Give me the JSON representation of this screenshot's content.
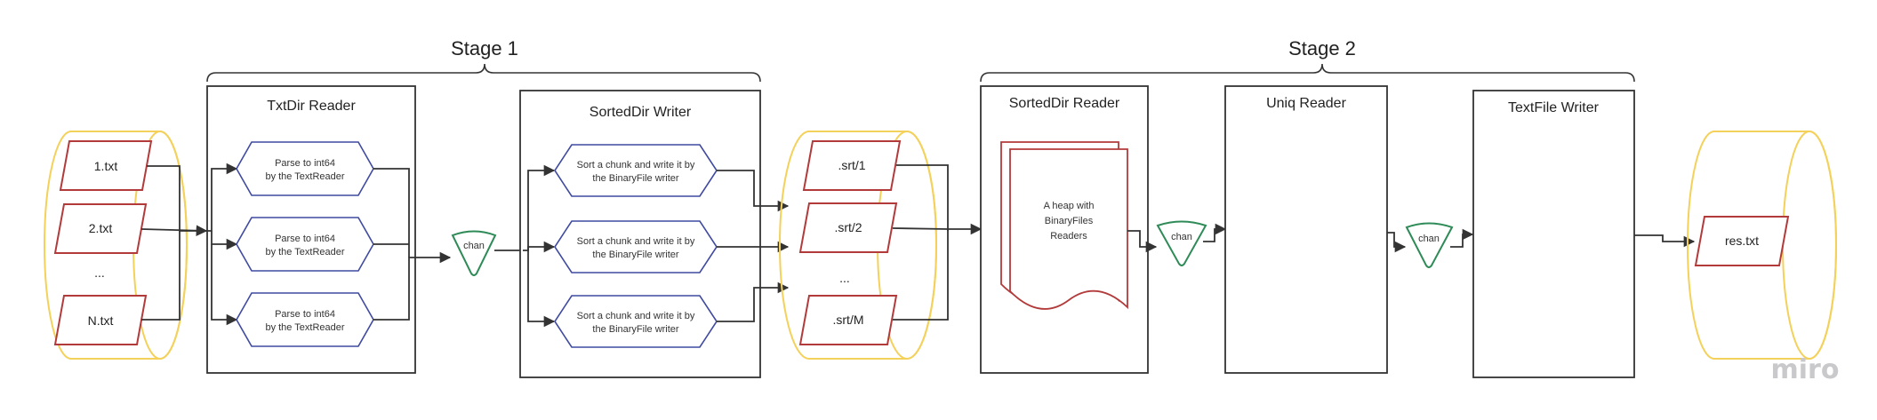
{
  "stages": {
    "stage1": "Stage 1",
    "stage2": "Stage 2"
  },
  "input_files": [
    "1.txt",
    "2.txt",
    "...",
    "N.txt"
  ],
  "txtdir_reader": {
    "title": "TxtDir Reader",
    "workers": [
      {
        "line1": "Parse to int64",
        "line2": "by the TextReader"
      },
      {
        "line1": "Parse to int64",
        "line2": "by the TextReader"
      },
      {
        "line1": "Parse to int64",
        "line2": "by the TextReader"
      }
    ]
  },
  "chan_label": "chan",
  "sorteddir_writer": {
    "title": "SortedDir Writer",
    "workers": [
      {
        "line1": "Sort a chunk and write it by",
        "line2": "the BinaryFile writer"
      },
      {
        "line1": "Sort a chunk and write it by",
        "line2": "the BinaryFile writer"
      },
      {
        "line1": "Sort a chunk and write it by",
        "line2": "the BinaryFile writer"
      }
    ]
  },
  "sorted_files": [
    ".srt/1",
    ".srt/2",
    "...",
    ".srt/M"
  ],
  "sorteddir_reader": {
    "title": "SortedDir Reader",
    "heap_line1": "A heap with",
    "heap_line2": "BinaryFiles",
    "heap_line3": "Readers"
  },
  "uniq_reader": {
    "title": "Uniq Reader"
  },
  "textfile_writer": {
    "title": "TextFile Writer"
  },
  "output_file": "res.txt",
  "watermark": "miro",
  "colors": {
    "cylinder": "#f3d15a",
    "file": "#b23a3a",
    "hexagon": "#3f4aa0",
    "chan": "#2e8b57",
    "line": "#333333"
  }
}
